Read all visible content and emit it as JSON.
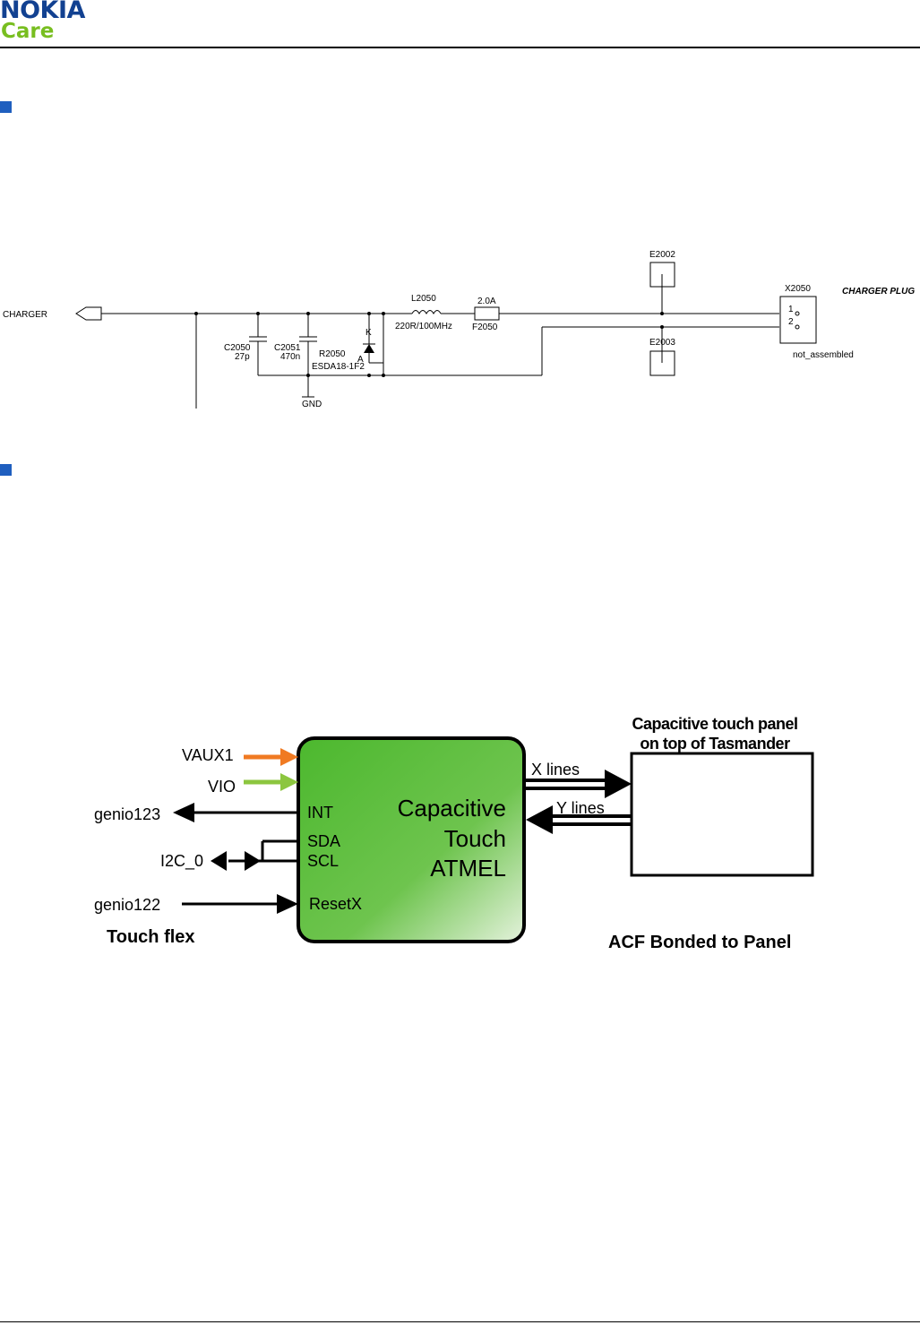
{
  "header": {
    "brand": "NOKIA",
    "sub_brand": "Care",
    "brand_color": "#124191",
    "sub_brand_color": "#78be20",
    "section_bullet_color": "#1f5fbf"
  },
  "schematic": {
    "charger_net": "CHARGER",
    "c2050_ref": "C2050",
    "c2050_val": "27p",
    "c2051_ref": "C2051",
    "c2051_val": "470n",
    "r2050_ref": "R2050",
    "r2050_part": "ESDA18-1F2",
    "diode_k": "K",
    "diode_a": "A",
    "l2050_ref": "L2050",
    "l2050_val": "220R/100MHz",
    "f2050_val": "2.0A",
    "f2050_ref": "F2050",
    "e2002_ref": "E2002",
    "e2003_ref": "E2003",
    "x2050_ref": "X2050",
    "pin1": "1",
    "pin2": "2",
    "not_assembled": "not_assembled",
    "charger_plug": "CHARGER PLUG",
    "gnd": "GND"
  },
  "touch_diagram": {
    "vaux1": "VAUX1",
    "vio": "VIO",
    "genio123": "genio123",
    "i2c_0": "I2C_0",
    "genio122": "genio122",
    "touch_flex": "Touch flex",
    "int": "INT",
    "sda": "SDA",
    "scl": "SCL",
    "resetx": "ResetX",
    "chip_line1": "Capacitive",
    "chip_line2": "Touch",
    "chip_line3": "ATMEL",
    "x_lines": "X lines",
    "y_lines": "Y lines",
    "panel_title_line1": "Capacitive touch panel",
    "panel_title_line2": "on top of Tasmander",
    "acf_bonded": "ACF Bonded to Panel",
    "vaux1_arrow_color": "#f07a22",
    "vio_arrow_color": "#8cc63f",
    "chip_fill_color": "#5cbf3a"
  }
}
